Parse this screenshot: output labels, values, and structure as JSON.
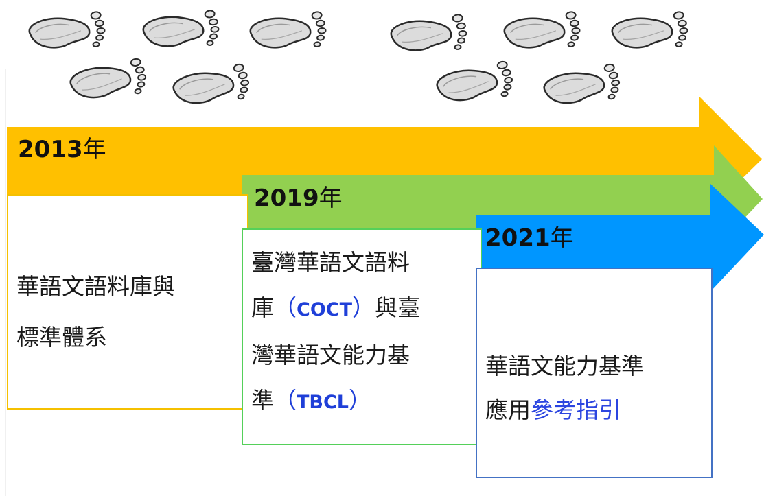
{
  "timeline": [
    {
      "year": "2013",
      "year_suffix": "年",
      "color": "#FFC000",
      "lines": [
        "華語文語料庫與",
        "標準體系"
      ]
    },
    {
      "year": "2019",
      "year_suffix": "年",
      "color": "#92D050",
      "line1": "臺灣華語文語料",
      "line2_pre": "庫",
      "line2_open": "（",
      "line2_code": "COCT",
      "line2_close": "）",
      "line2_post": "與臺",
      "line3": "灣華語文能力基",
      "line4_pre": "準",
      "line4_open": "（",
      "line4_code": "TBCL",
      "line4_close": "）"
    },
    {
      "year": "2021",
      "year_suffix": "年",
      "color": "#0096FF",
      "line1": "華語文能力基準",
      "line2_pre": "應用",
      "line2_link": "參考指引"
    }
  ],
  "decor": {
    "footprint_icon": "footprints-icon"
  }
}
